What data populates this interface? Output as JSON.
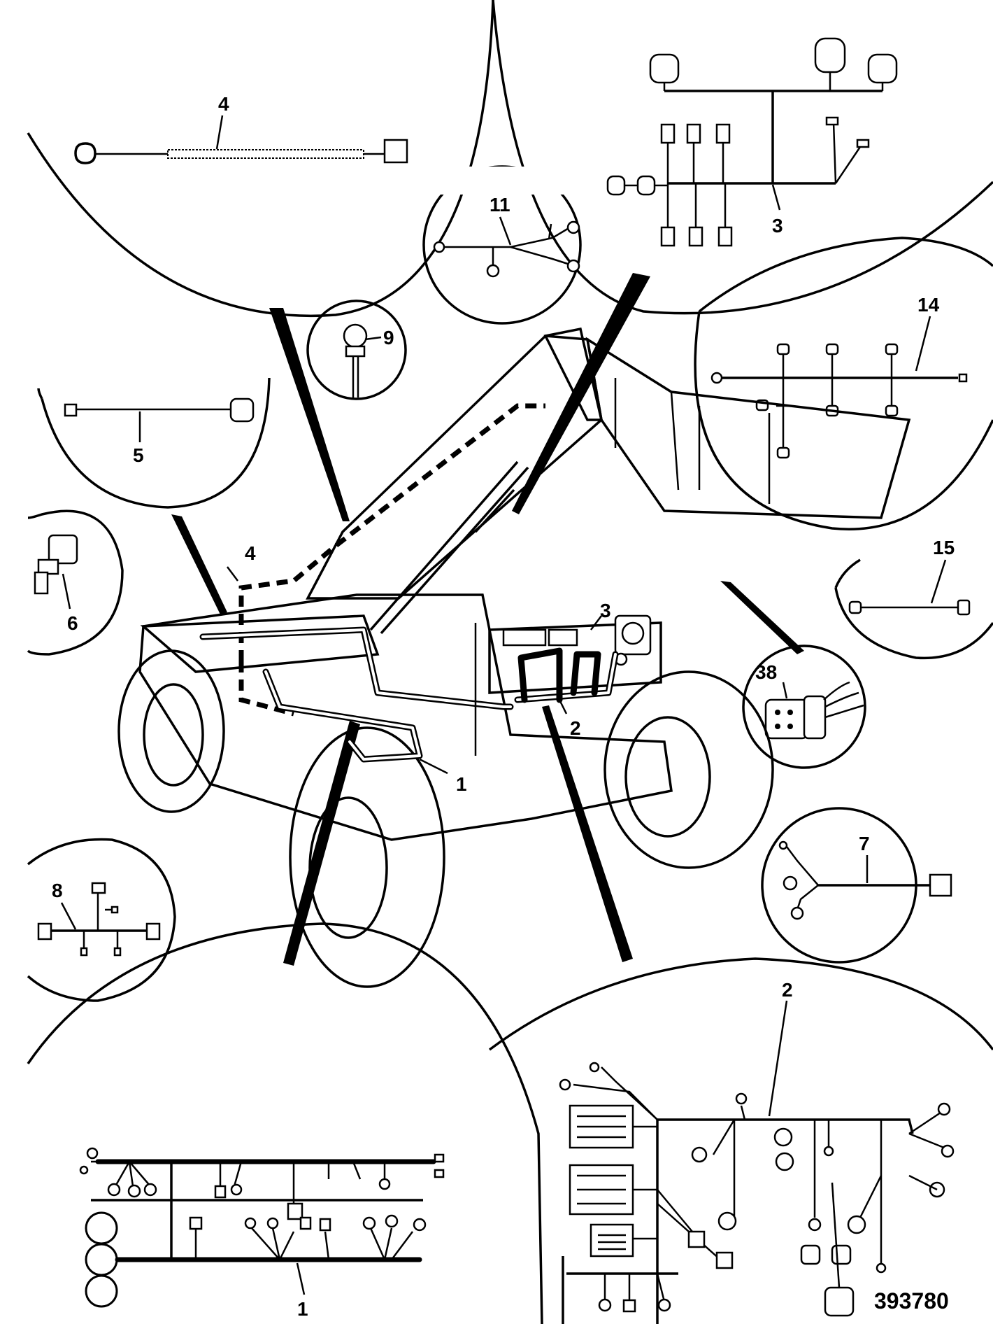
{
  "callouts": {
    "c1": "1",
    "c2": "2",
    "c3": "3",
    "c4": "4",
    "c5": "5",
    "c6": "6",
    "c7": "7",
    "c8": "8",
    "c9": "9",
    "c11": "11",
    "c14": "14",
    "c15": "15",
    "c38": "38"
  },
  "reference_number": "393780"
}
